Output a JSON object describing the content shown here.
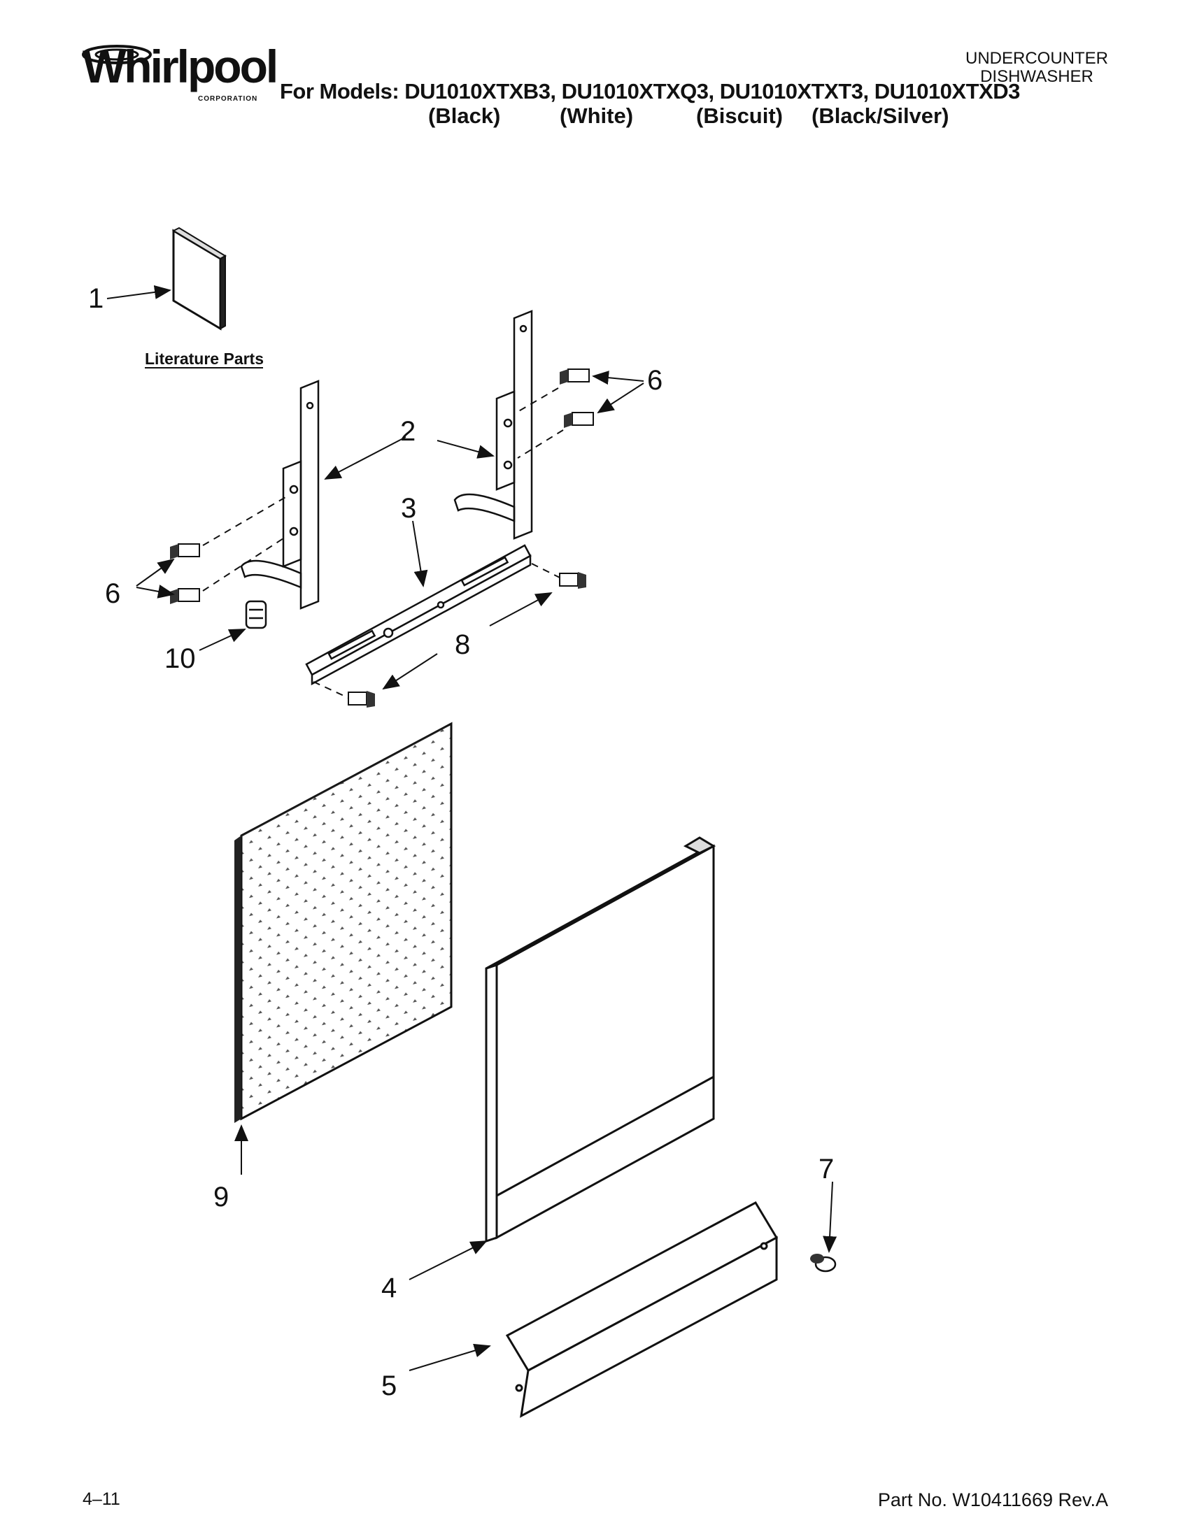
{
  "header": {
    "brand": "Whirlpool",
    "brand_sub": "CORPORATION",
    "models_line": "For Models: DU1010XTXB3, DU1010XTXQ3, DU1010XTXT3, DU1010XTXD3",
    "colors": [
      "(Black)",
      "(White)",
      "(Biscuit)",
      "(Black/Silver)"
    ],
    "product_type": [
      "UNDERCOUNTER",
      "DISHWASHER"
    ]
  },
  "diagram": {
    "literature_label": "Literature Parts",
    "callouts": {
      "c1": "1",
      "c2": "2",
      "c3": "3",
      "c4": "4",
      "c5": "5",
      "c6a": "6",
      "c6b": "6",
      "c7": "7",
      "c8": "8",
      "c9": "9",
      "c10": "10"
    }
  },
  "footer": {
    "page_code": "4–11",
    "part_number": "Part No. W10411669 Rev.A"
  }
}
